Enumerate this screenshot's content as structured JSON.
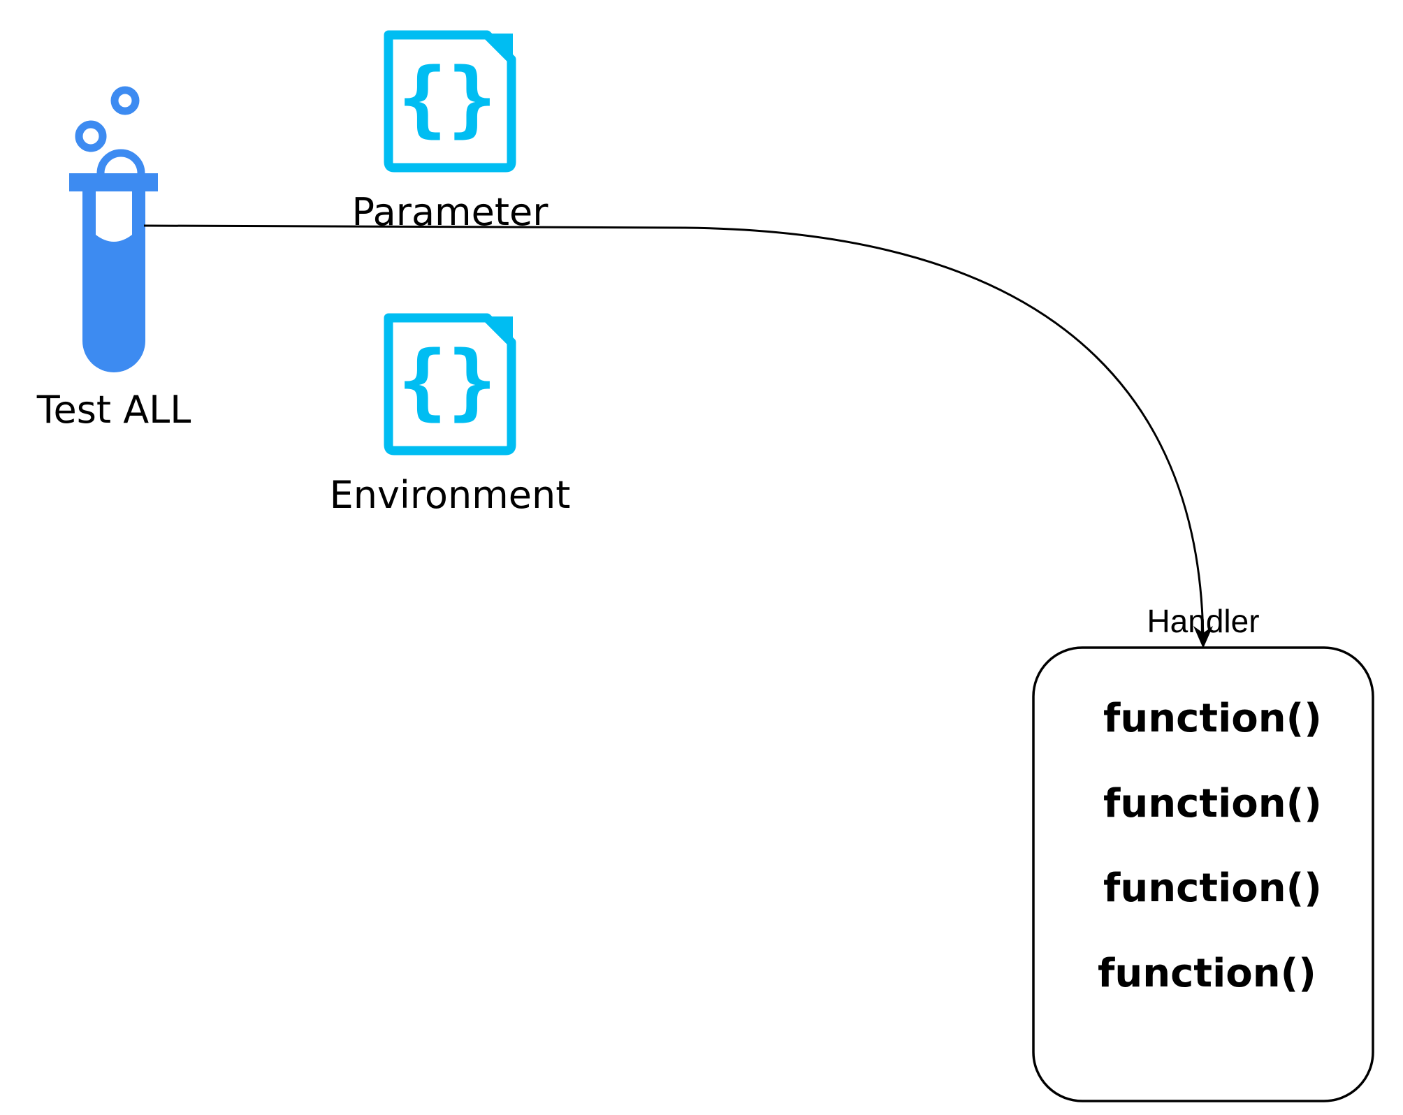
{
  "colors": {
    "test_tube": "#3d8bf1",
    "json_file": "#00bdf2",
    "line": "#000000",
    "box_border": "#000000"
  },
  "nodes": {
    "test_all": {
      "label": "Test ALL",
      "icon": "test-tube-icon"
    },
    "parameter": {
      "label": "Parameter",
      "icon": "json-file-icon"
    },
    "environment": {
      "label": "Environment",
      "icon": "json-file-icon"
    }
  },
  "handler": {
    "label": "Handler",
    "functions": [
      "function()",
      "function()",
      "function()",
      "function()"
    ]
  }
}
